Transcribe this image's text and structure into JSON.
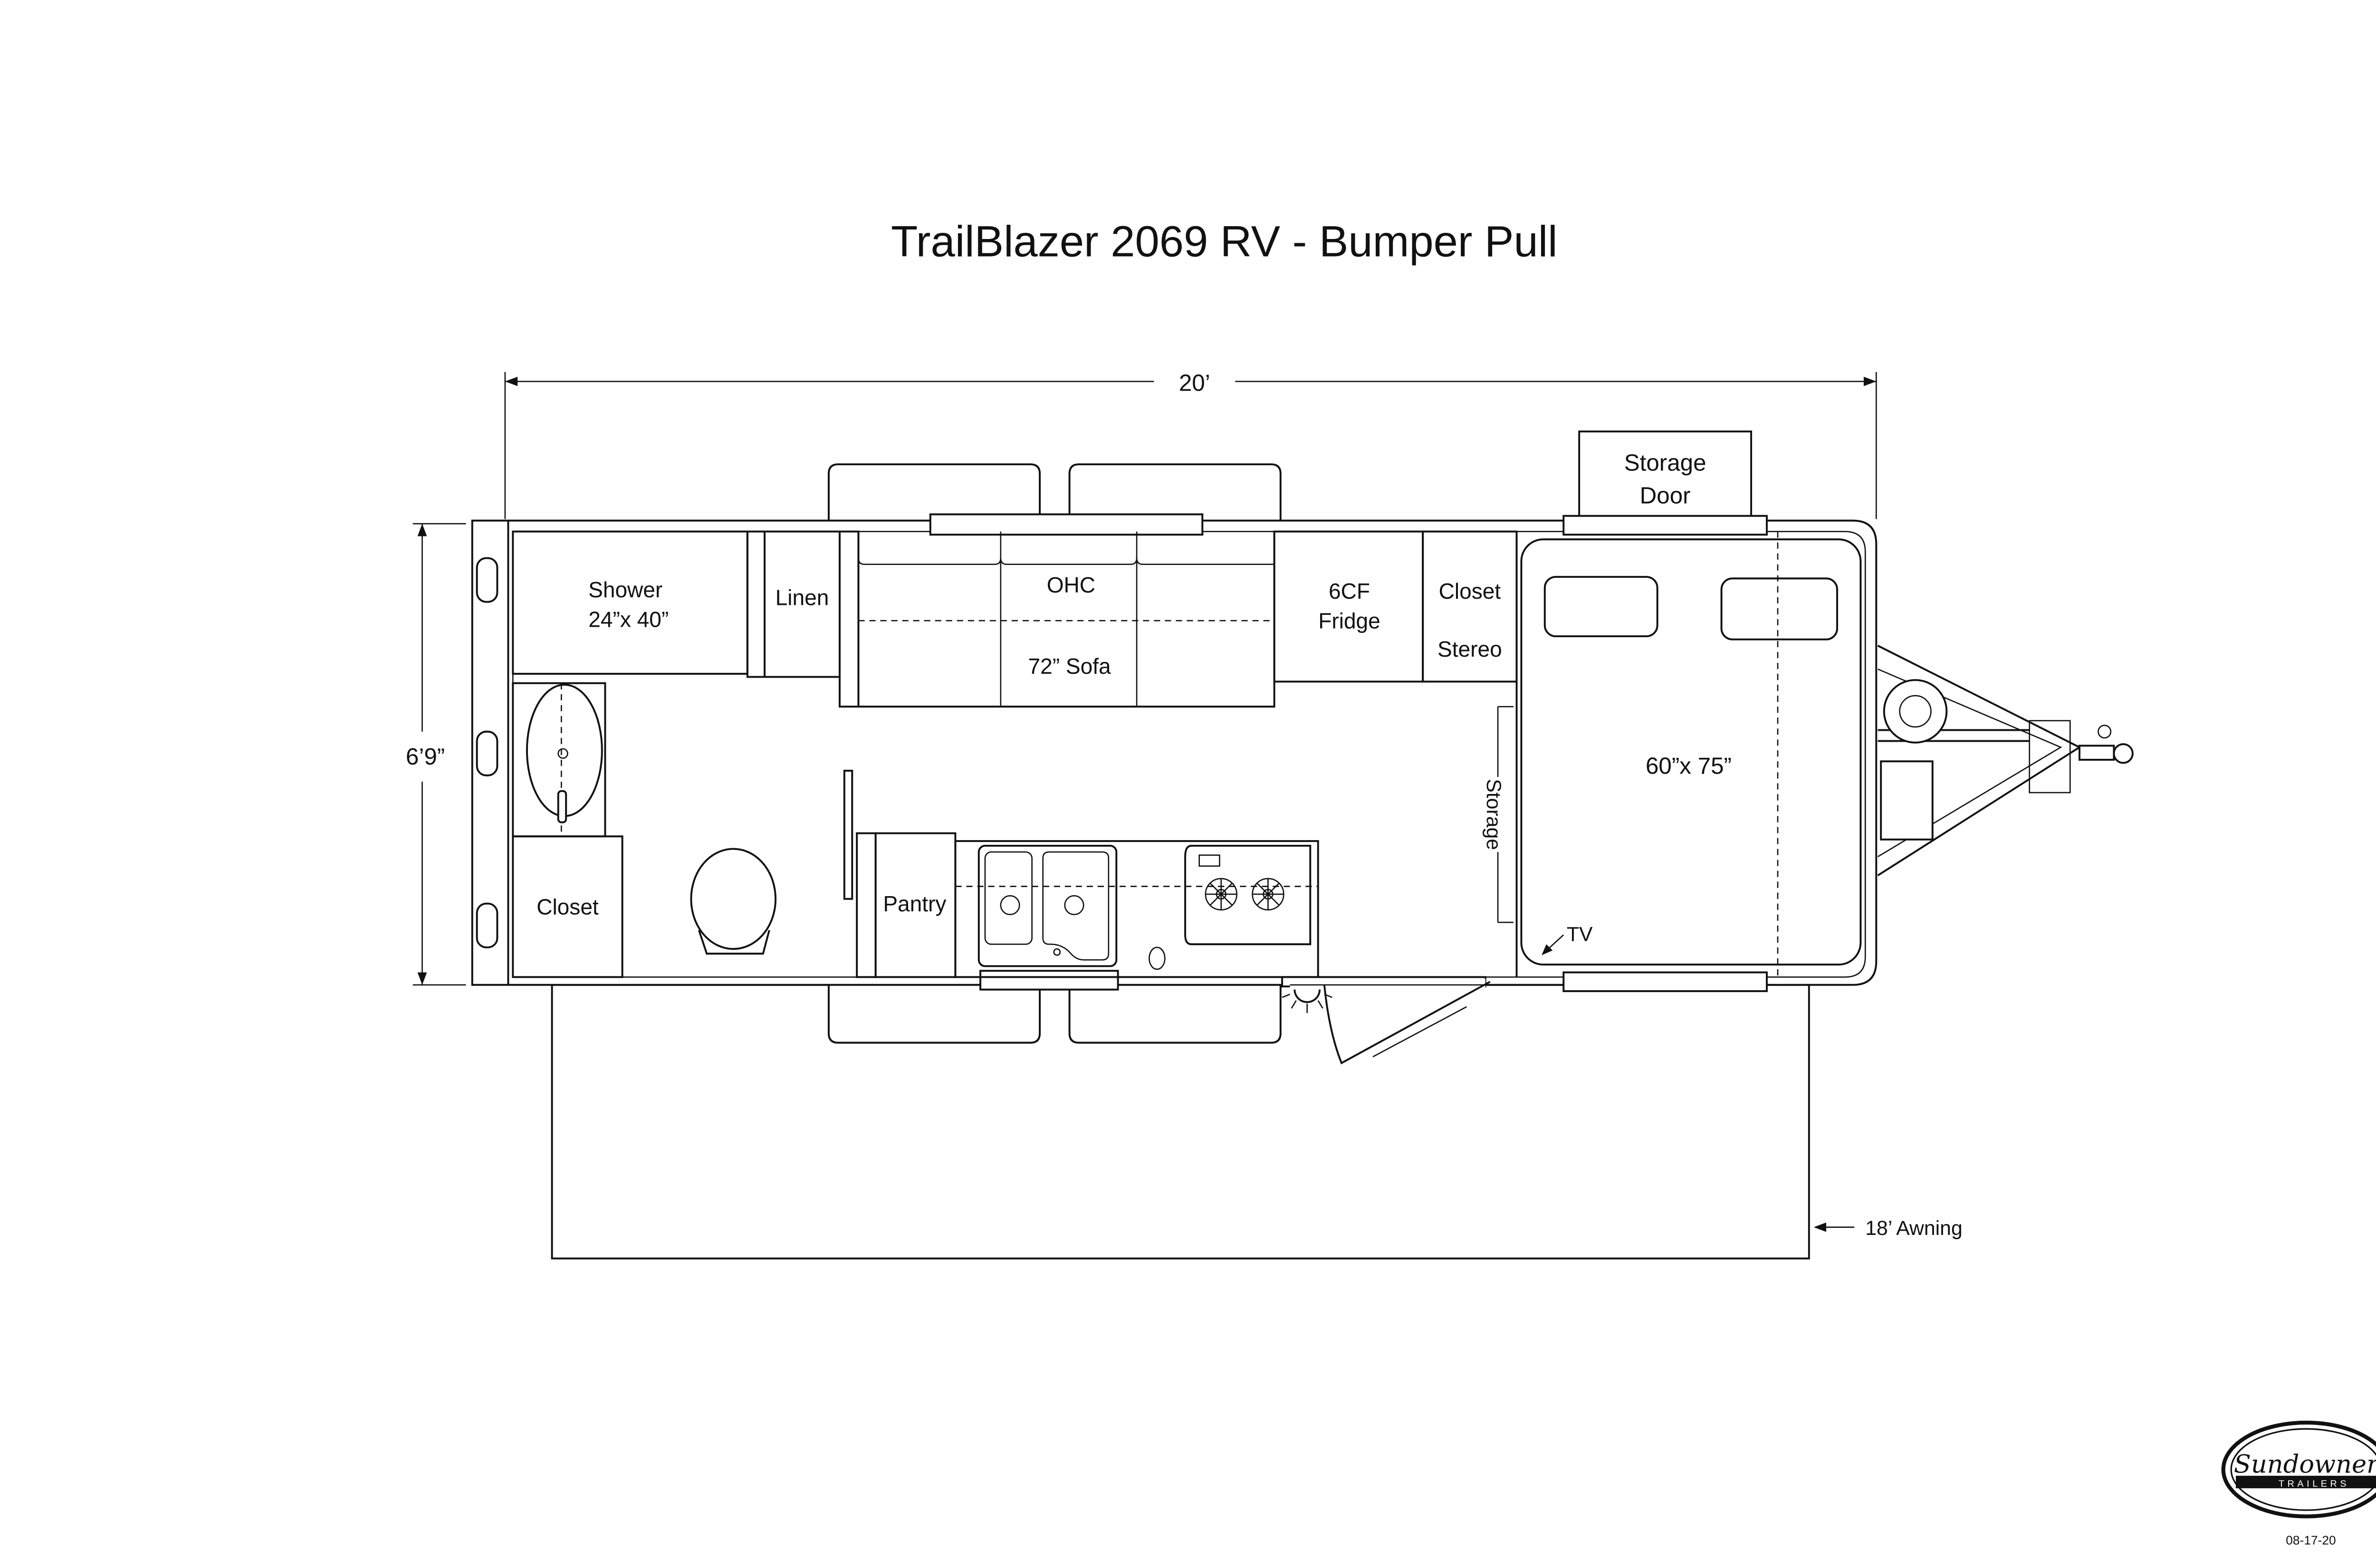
{
  "title": "TrailBlazer 2069 RV - Bumper Pull",
  "dimensions": {
    "length": "20’",
    "width": "6’9”",
    "awning": "18’ Awning"
  },
  "rooms": {
    "shower": "Shower",
    "shower_size": "24”x 40”",
    "linen": "Linen",
    "ohc": "OHC",
    "sofa": "72” Sofa",
    "fridge_1": "6CF",
    "fridge_2": "Fridge",
    "closet_front": "Closet",
    "stereo": "Stereo",
    "storage_door_1": "Storage",
    "storage_door_2": "Door",
    "bed": "60”x 75”",
    "storage": "Storage",
    "tv": "TV",
    "closet_rear": "Closet",
    "pantry": "Pantry"
  },
  "logo": {
    "brand": "Sundowner",
    "sub": "TRAILERS"
  },
  "date": "08-17-20"
}
